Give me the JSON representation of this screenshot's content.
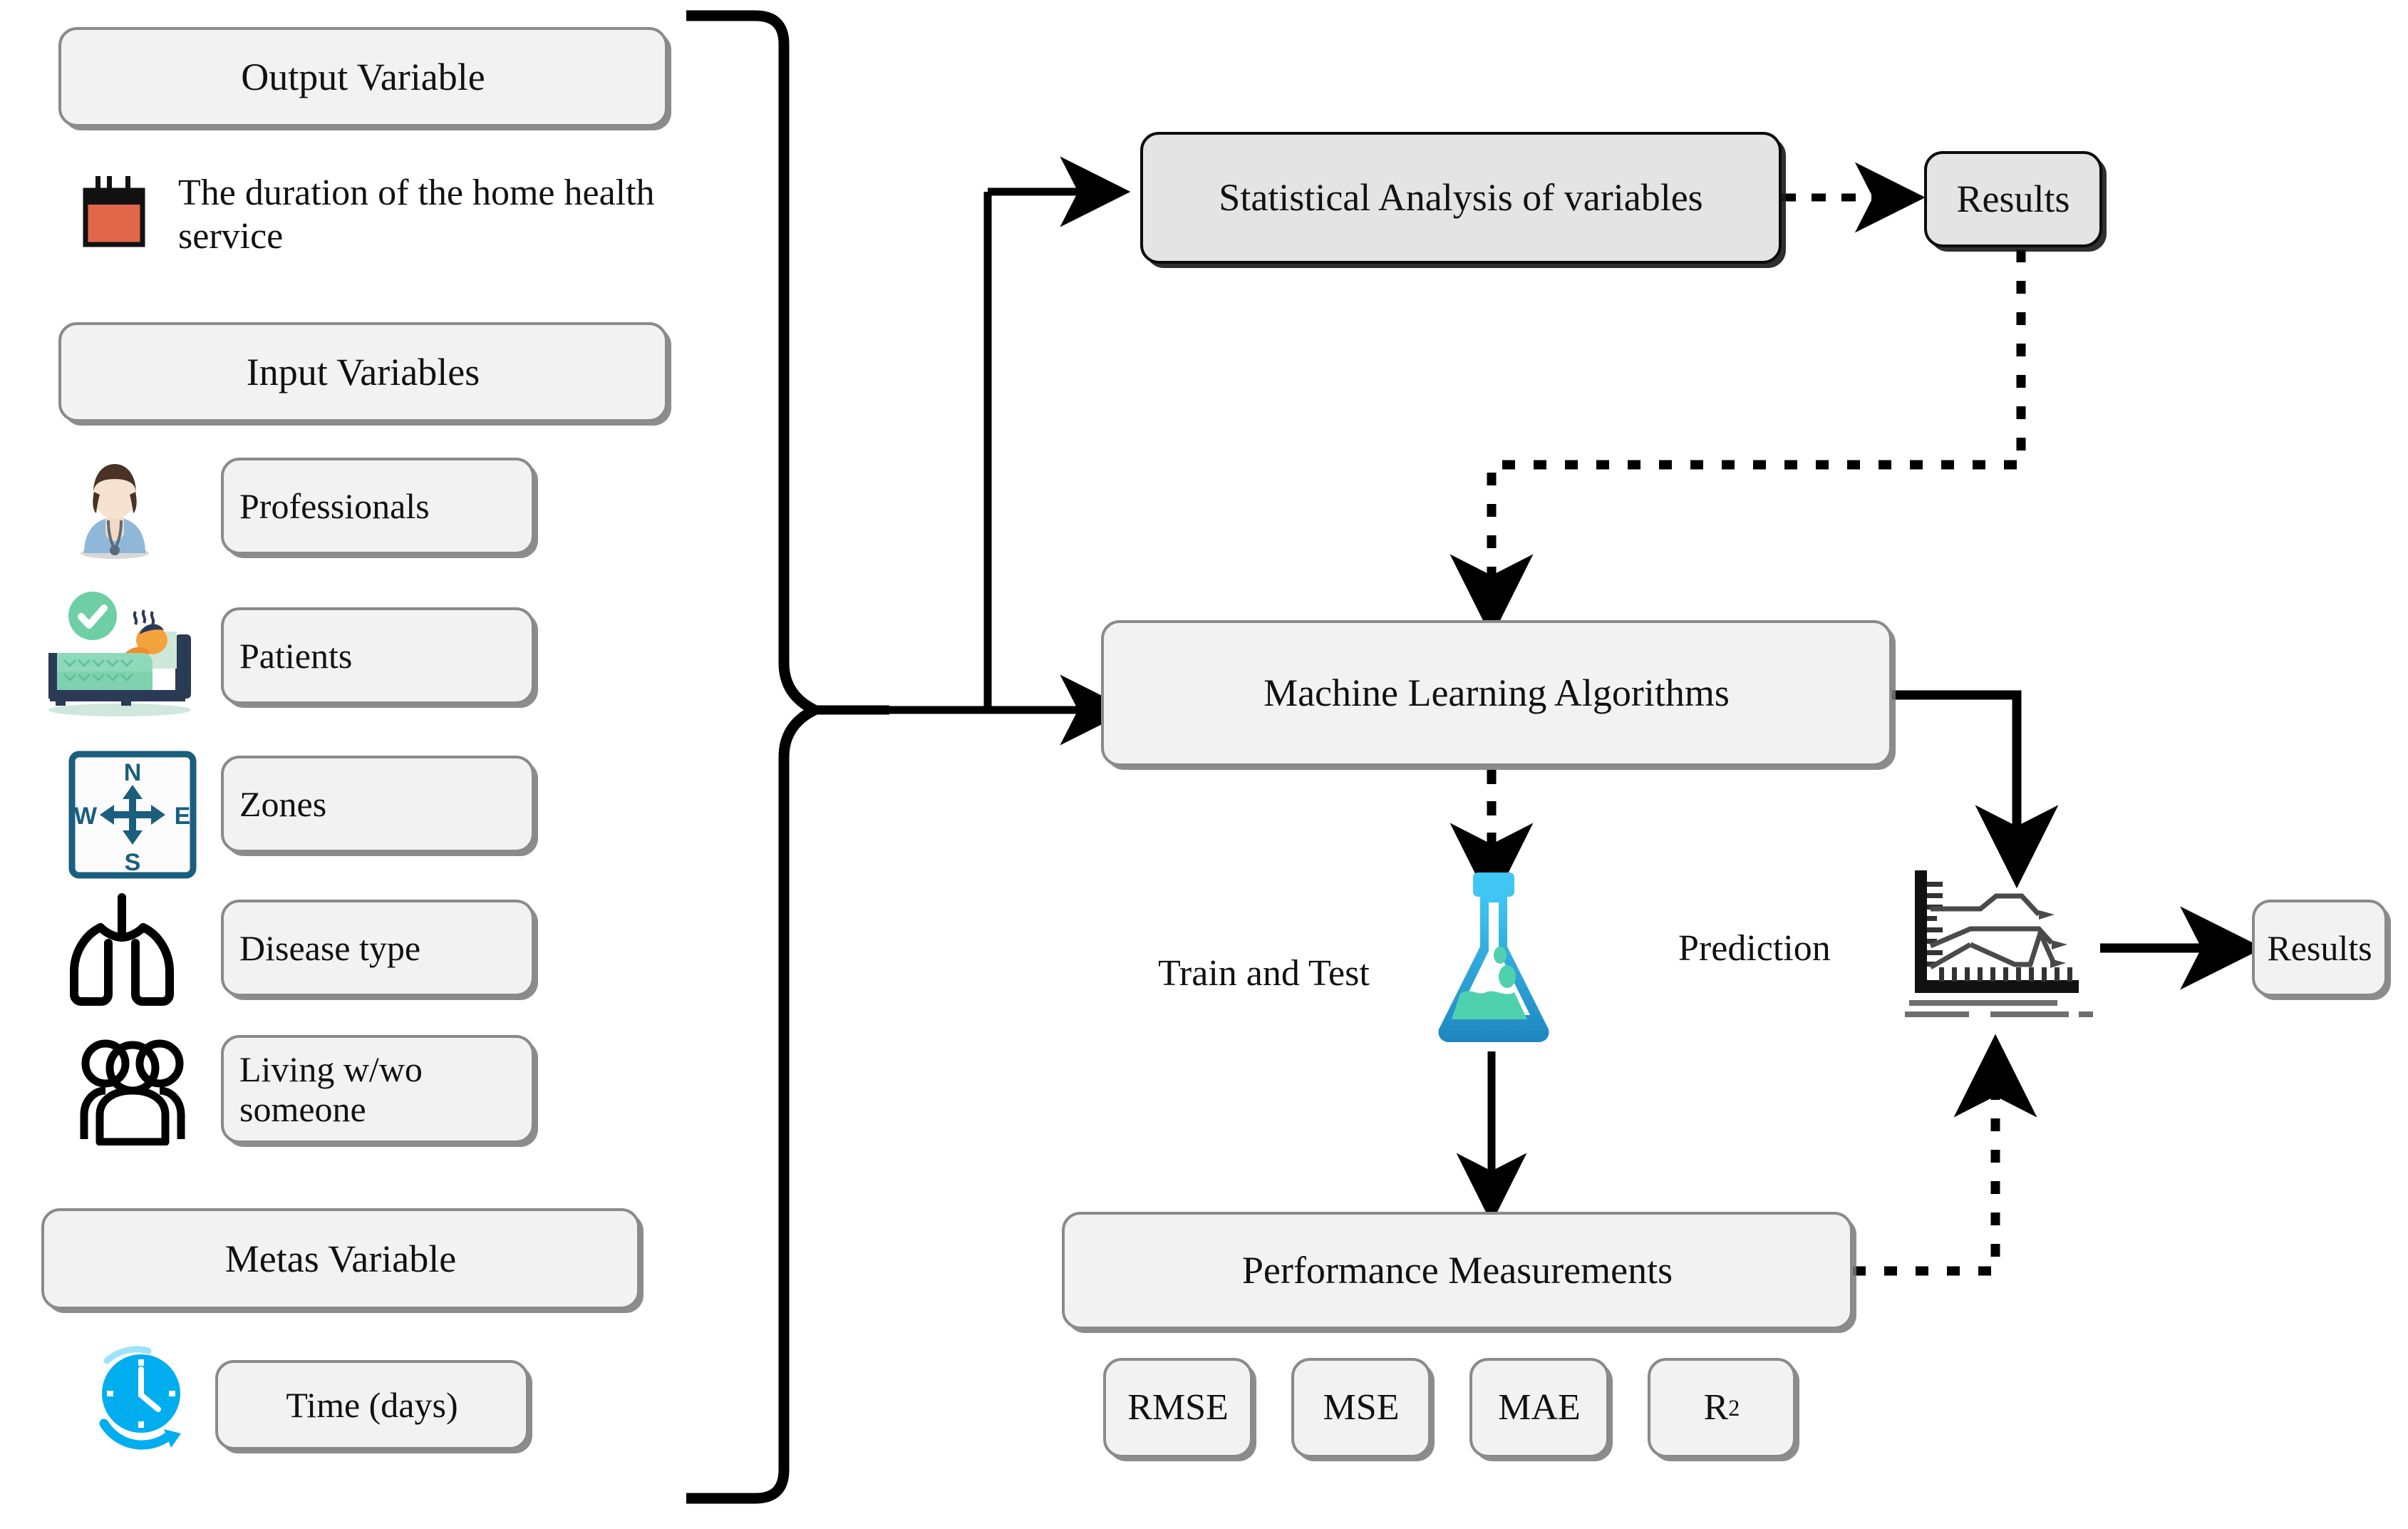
{
  "diagram": {
    "title": "Home health service duration prediction workflow",
    "colors": {
      "box_fill": "#f2f2f2",
      "box_fill_dark": "#e4e4e4",
      "box_border": "#8a8a8a",
      "box_border_dark": "#0b0b0b",
      "connector": "#000000",
      "calendar_icon": "#e2664a",
      "flask_icon": "#29abe2",
      "flask_liquid": "#4fd1ae",
      "clock_icon": "#00aeef",
      "compass_icon": "#1b5e7e",
      "patient_bed": "#2b3a55",
      "patient_blanket": "#7fd1b0",
      "check_badge": "#6ecfa5",
      "nurse_scrubs": "#8fb8d8"
    }
  },
  "left_panel": {
    "output_header": "Output Variable",
    "output_item": {
      "icon": "calendar-icon",
      "label": "The duration of the home health service"
    },
    "input_header": "Input Variables",
    "input_items": [
      {
        "icon": "nurse-icon",
        "label": "Professionals"
      },
      {
        "icon": "patient-icon",
        "label": "Patients"
      },
      {
        "icon": "compass-icon",
        "label": "Zones"
      },
      {
        "icon": "lungs-icon",
        "label": "Disease type"
      },
      {
        "icon": "people-icon",
        "label": "Living w/wo someone"
      }
    ],
    "metas_header": "Metas Variable",
    "metas_item": {
      "icon": "clock-icon",
      "label": "Time (days)"
    },
    "compass_labels": {
      "north": "N",
      "south": "S",
      "east": "E",
      "west": "W"
    }
  },
  "right_panel": {
    "statistical_box": "Statistical Analysis of variables",
    "statistical_results_box": "Results",
    "ml_box": "Machine Learning Algorithms",
    "train_and_test_label": "Train and Test",
    "train_and_test_icon": "flask-icon",
    "prediction_label": "Prediction",
    "prediction_icon": "line-chart-icon",
    "prediction_results_box": "Results",
    "performance_box": "Performance Measurements",
    "metrics": [
      {
        "label": "RMSE"
      },
      {
        "label": "MSE"
      },
      {
        "label": "MAE"
      },
      {
        "label": "R",
        "superscript": "2"
      }
    ]
  },
  "flows": [
    {
      "from": "left-bracket",
      "to": "statistical-analysis-box",
      "style": "solid"
    },
    {
      "from": "left-bracket",
      "to": "machine-learning-box",
      "style": "solid"
    },
    {
      "from": "statistical-analysis-box",
      "to": "statistical-results-box",
      "style": "dotted"
    },
    {
      "from": "statistical-results-box",
      "to": "machine-learning-box",
      "style": "dotted"
    },
    {
      "from": "machine-learning-box",
      "to": "flask-icon",
      "style": "dotted"
    },
    {
      "from": "flask-icon",
      "to": "performance-box",
      "style": "solid"
    },
    {
      "from": "machine-learning-box",
      "to": "line-chart-icon",
      "style": "solid"
    },
    {
      "from": "line-chart-icon",
      "to": "prediction-results-box",
      "style": "solid"
    },
    {
      "from": "performance-box",
      "to": "line-chart-icon",
      "style": "dotted"
    }
  ]
}
